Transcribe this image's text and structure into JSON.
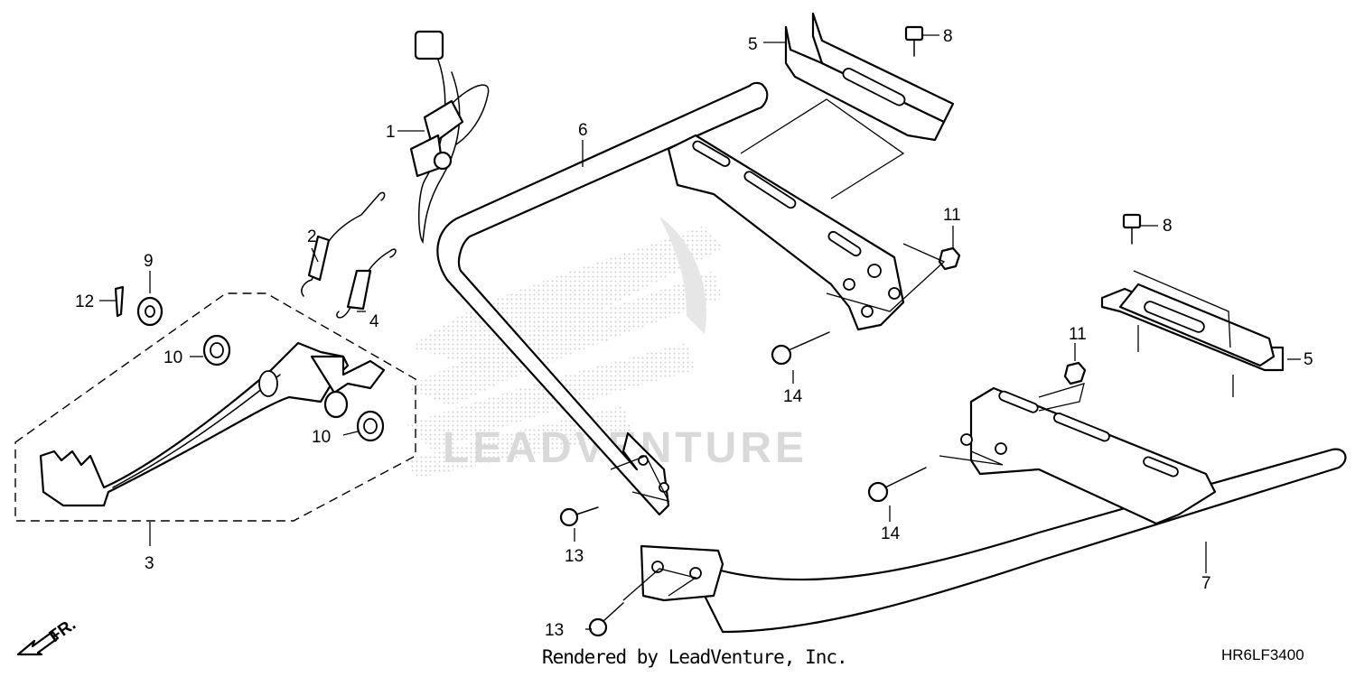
{
  "diagram": {
    "code": "HR6LF3400",
    "credit": "Rendered by LeadVenture, Inc.",
    "watermark": "LEADVENTURE",
    "direction_label": "FR.",
    "callouts": [
      {
        "id": "c1",
        "label": "1"
      },
      {
        "id": "c2",
        "label": "2"
      },
      {
        "id": "c3",
        "label": "3"
      },
      {
        "id": "c4",
        "label": "4"
      },
      {
        "id": "c5a",
        "label": "5"
      },
      {
        "id": "c5b",
        "label": "5"
      },
      {
        "id": "c6",
        "label": "6"
      },
      {
        "id": "c7",
        "label": "7"
      },
      {
        "id": "c8a",
        "label": "8"
      },
      {
        "id": "c8b",
        "label": "8"
      },
      {
        "id": "c9",
        "label": "9"
      },
      {
        "id": "c10a",
        "label": "10"
      },
      {
        "id": "c10b",
        "label": "10"
      },
      {
        "id": "c11a",
        "label": "11"
      },
      {
        "id": "c11b",
        "label": "11"
      },
      {
        "id": "c12",
        "label": "12"
      },
      {
        "id": "c13a",
        "label": "13"
      },
      {
        "id": "c13b",
        "label": "13"
      },
      {
        "id": "c14a",
        "label": "14"
      },
      {
        "id": "c14b",
        "label": "14"
      }
    ]
  }
}
